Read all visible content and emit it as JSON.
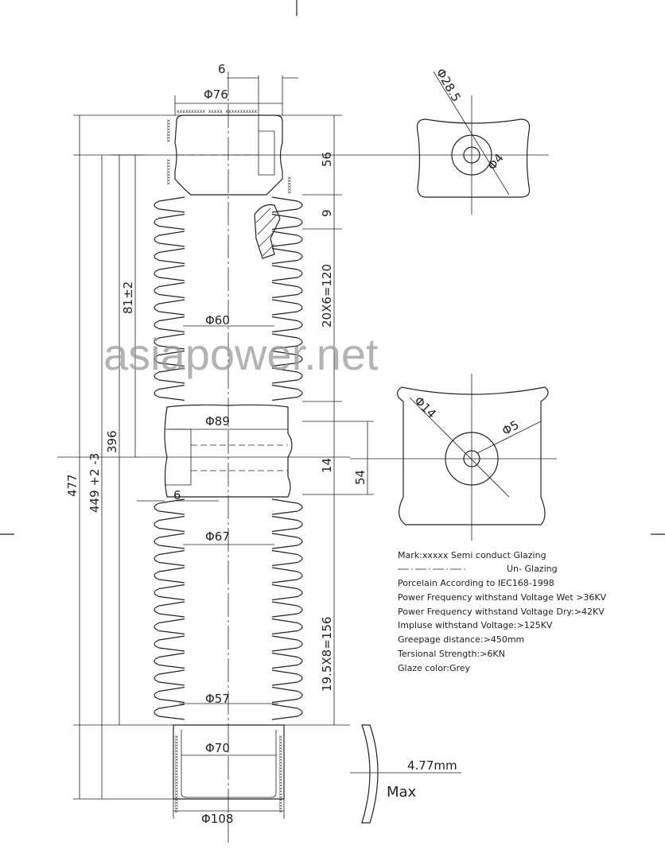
{
  "watermark": "asiapower.net",
  "dimensions": {
    "top_offset": "6",
    "top_dia": "Φ76",
    "top_height": "56",
    "neck": "9",
    "shed_pitch_top": "20X6=120",
    "shed_dia_top": "Φ60",
    "mid_dia": "Φ89",
    "mid_gap": "14",
    "mid_height": "54",
    "mid_offset": "6",
    "shed_dia_low": "Φ67",
    "shed_pitch_low": "19.5X8=156",
    "core_dia": "Φ57",
    "base_inner": "Φ70",
    "base_outer": "Φ108",
    "total": "477",
    "overall": "449 +2 -3",
    "lower_len": "396",
    "upper_len": "81±2",
    "detail_top_dia": "Φ28.5",
    "detail_top_hole": "Φ4",
    "detail_mid_dia": "Φ14",
    "detail_mid_hole": "Φ5",
    "deflection": "4.77mm",
    "deflection_label": "Max"
  },
  "notes": [
    "Mark:xxxxx Semi conduct Glazing",
    "Un- Glazing",
    "Porcelain According to IEC168-1998",
    "Power Frequency withstand Voltage Wet >36KV",
    "Power Frequency withstand Voltage Dry:>42KV",
    "Impluse withstand Voltage:>125KV",
    "Greepage distance:>450mm",
    "Tersional Strength:>6KN",
    "Glaze color:Grey"
  ]
}
